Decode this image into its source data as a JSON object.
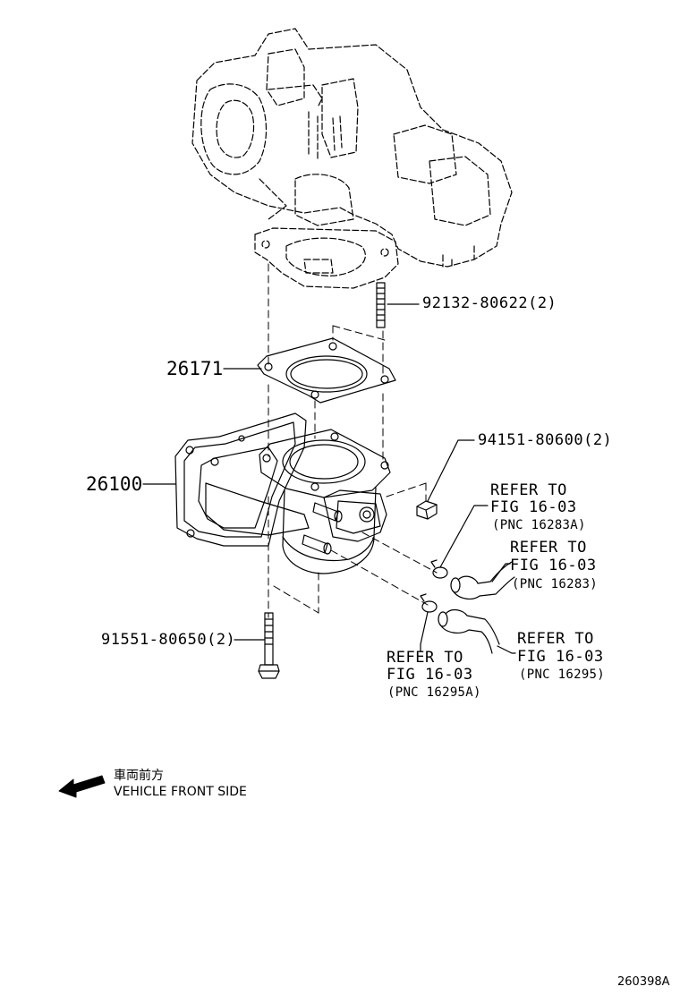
{
  "colors": {
    "line": "#000000",
    "background": "#ffffff"
  },
  "parts": {
    "stud": "92132-80622(2)",
    "gasket": "26171",
    "nut": "94151-80600(2)",
    "throttle_body": "26100",
    "bolt": "91551-80650(2)"
  },
  "refs": [
    {
      "line1": "REFER TO",
      "line2": "FIG 16-03",
      "pnc": "(PNC 16283A)"
    },
    {
      "line1": "REFER TO",
      "line2": "FIG 16-03",
      "pnc": "(PNC 16283)"
    },
    {
      "line1": "REFER TO",
      "line2": "FIG 16-03",
      "pnc": "(PNC 16295A)"
    },
    {
      "line1": "REFER TO",
      "line2": "FIG 16-03",
      "pnc": "(PNC 16295)"
    }
  ],
  "direction": {
    "icon": "arrow-left-icon",
    "label_jp": "車両前方",
    "label_en": "VEHICLE FRONT SIDE"
  },
  "figure_id": "260398A"
}
